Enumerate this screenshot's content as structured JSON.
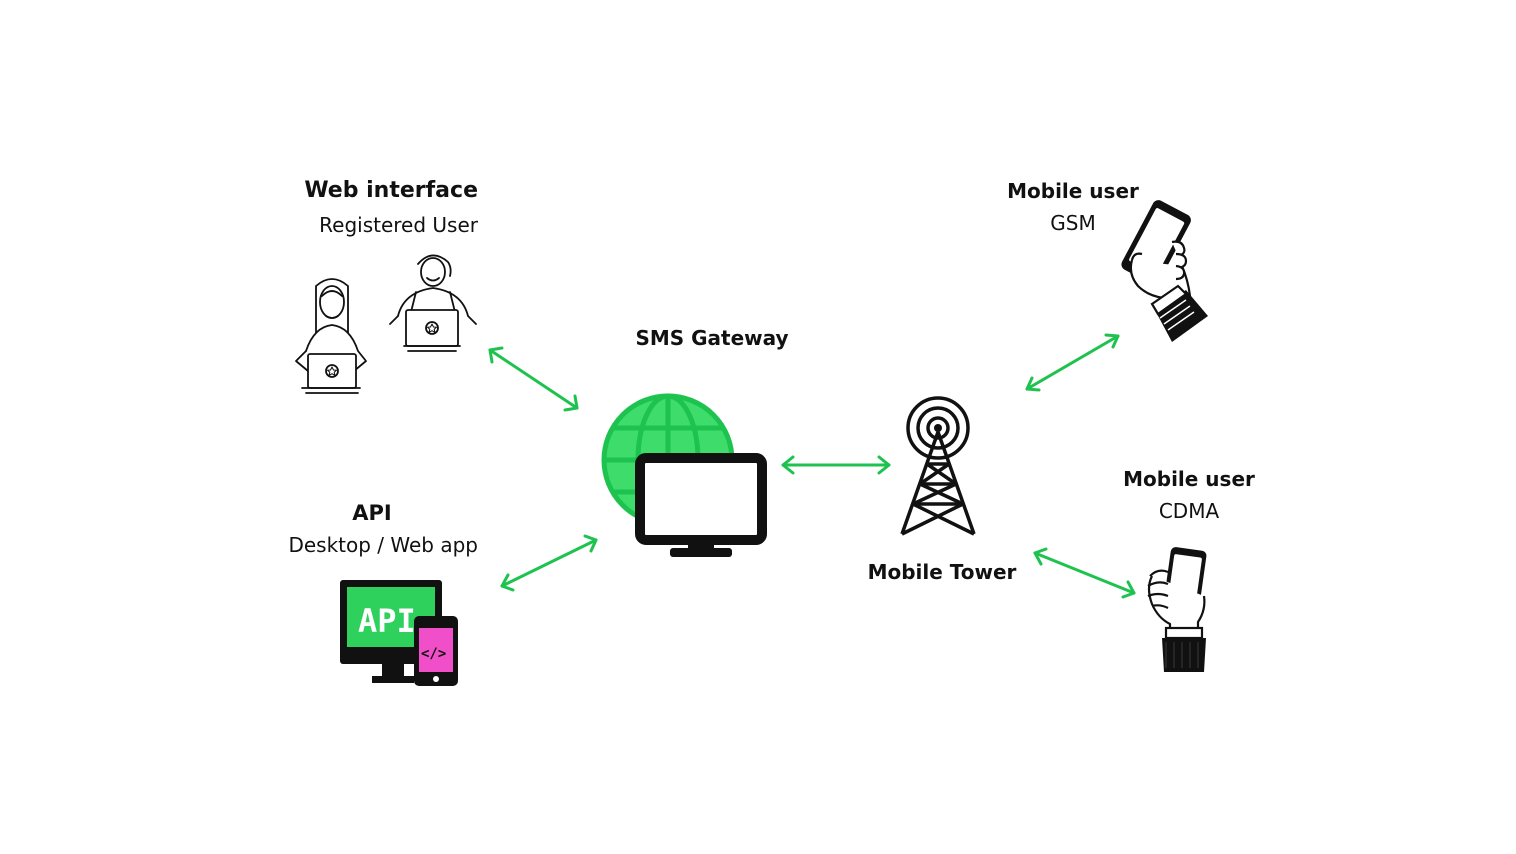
{
  "web_interface": {
    "title": "Web interface",
    "subtitle": "Registered User"
  },
  "api": {
    "title": "API",
    "subtitle": "Desktop / Web app",
    "screen_text": "API",
    "phone_text": "</>"
  },
  "gateway": {
    "title": "SMS Gateway"
  },
  "tower": {
    "title": "Mobile Tower"
  },
  "mobile_gsm": {
    "title": "Mobile user",
    "subtitle": "GSM"
  },
  "mobile_cdma": {
    "title": "Mobile user",
    "subtitle": "CDMA"
  },
  "colors": {
    "arrow": "#1ec24f",
    "globe": "#3ddc6b",
    "api_screen": "#2fd15d",
    "api_phone": "#f04fc9",
    "ink": "#111111"
  },
  "icons": [
    "users-with-laptops-icon",
    "api-devices-icon",
    "globe-monitor-icon",
    "radio-tower-icon",
    "hand-phone-icon"
  ]
}
